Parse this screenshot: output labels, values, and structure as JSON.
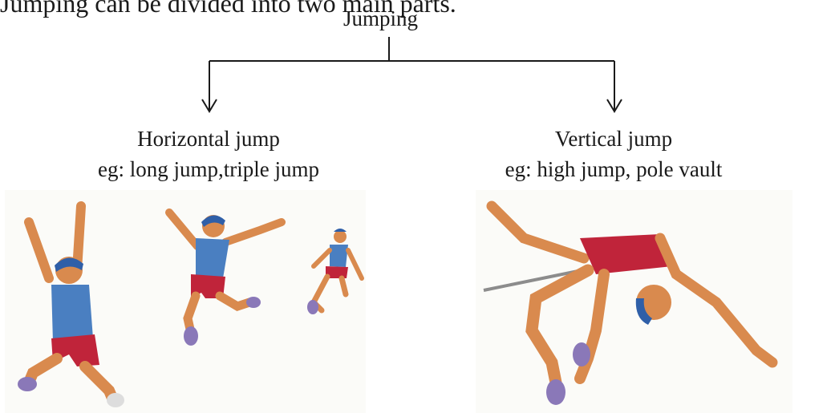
{
  "partial_heading": "Jumping can be divided into two main parts.",
  "root": {
    "label": "Jumping"
  },
  "branches": [
    {
      "title": "Horizontal jump",
      "examples": "eg: long jump,triple jump"
    },
    {
      "title": "Vertical jump",
      "examples": "eg: high jump, pole vault"
    }
  ],
  "colors": {
    "line": "#1a1a1a",
    "vest": "#4a7fc1",
    "shorts": "#c0243a",
    "skin": "#d98a4e",
    "hair": "#2f5fa8",
    "shoe": "#8a78b8",
    "bar": "#8c8c8c"
  }
}
